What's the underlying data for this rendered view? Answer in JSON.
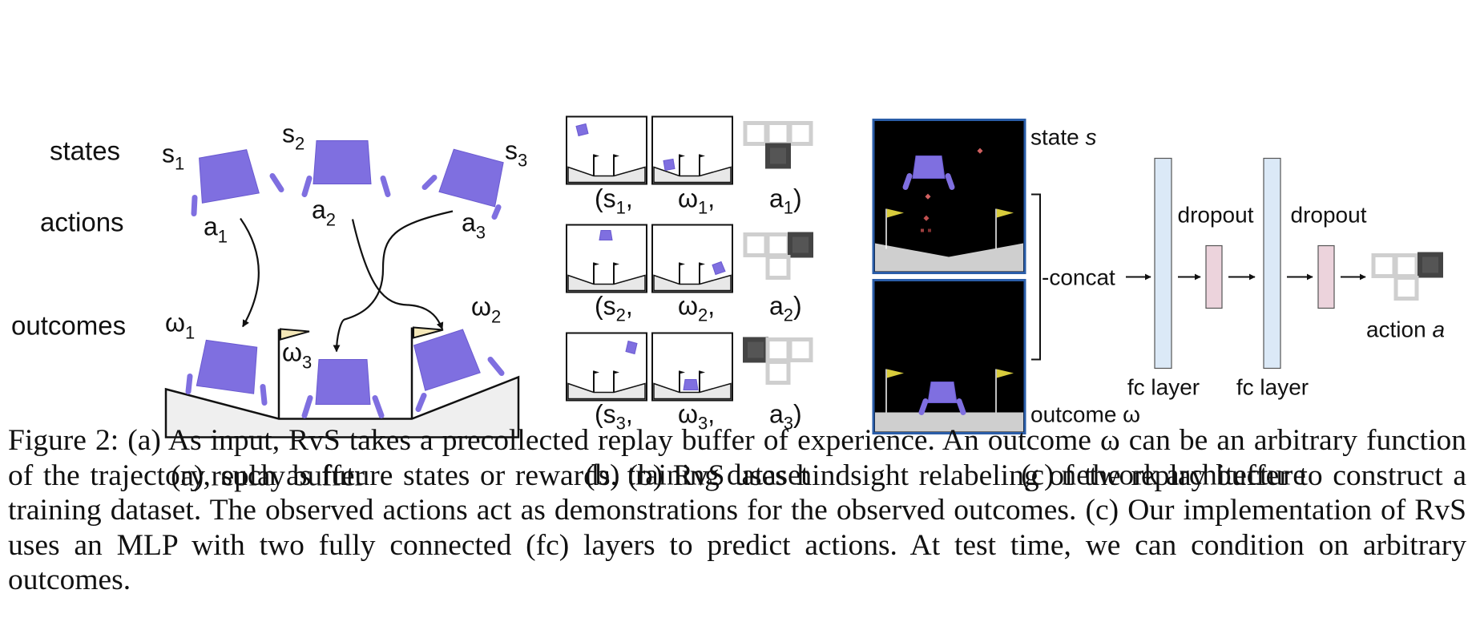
{
  "panel_a": {
    "row_labels": {
      "states": "states",
      "actions": "actions",
      "outcomes": "outcomes"
    },
    "state_labels": [
      {
        "base": "s",
        "sub": "1"
      },
      {
        "base": "s",
        "sub": "2"
      },
      {
        "base": "s",
        "sub": "3"
      }
    ],
    "action_labels": [
      {
        "base": "a",
        "sub": "1"
      },
      {
        "base": "a",
        "sub": "2"
      },
      {
        "base": "a",
        "sub": "3"
      }
    ],
    "outcome_labels": [
      {
        "base": "ω",
        "sub": "1"
      },
      {
        "base": "ω",
        "sub": "3"
      },
      {
        "base": "ω",
        "sub": "2"
      }
    ],
    "caption": "(a) replay buffer"
  },
  "panel_b": {
    "rows": [
      {
        "s": {
          "base": "(s",
          "sub": "1",
          "tail": ","
        },
        "w": {
          "base": "ω",
          "sub": "1",
          "tail": ","
        },
        "a": {
          "base": "a",
          "sub": "1",
          "tail": ")"
        },
        "active_cell": "bottom"
      },
      {
        "s": {
          "base": "(s",
          "sub": "2",
          "tail": ","
        },
        "w": {
          "base": "ω",
          "sub": "2",
          "tail": ","
        },
        "a": {
          "base": "a",
          "sub": "2",
          "tail": ")"
        },
        "active_cell": "right"
      },
      {
        "s": {
          "base": "(s",
          "sub": "3",
          "tail": ","
        },
        "w": {
          "base": "ω",
          "sub": "3",
          "tail": ","
        },
        "a": {
          "base": "a",
          "sub": "3",
          "tail": ")"
        },
        "active_cell": "left"
      }
    ],
    "caption": "(b) training dataset"
  },
  "panel_c": {
    "state_label": {
      "text": "state ",
      "var": "s"
    },
    "outcome_label": {
      "text": "outcome ω"
    },
    "concat": "-concat",
    "fc_label_1": "fc layer",
    "fc_label_2": "fc layer",
    "dropout_1": "dropout",
    "dropout_2": "dropout",
    "action_label": {
      "text": "action ",
      "var": "a"
    },
    "caption": "(c) network architecture"
  },
  "caption": {
    "text": "Figure 2: (a) As input, RvS takes a precollected replay buffer of experience. An outcome ω can be an arbitrary function of the trajectory, such as future states or rewards. (b) RvS uses hindsight relabeling of the replay buffer to construct a training dataset. The observed actions act as demonstrations for the observed outcomes. (c) Our implementation of RvS uses an MLP with two fully connected (fc) layers to predict actions. At test time, we can condition on arbitrary outcomes."
  },
  "colors": {
    "lander": "#7f6fe0",
    "flag": "#f5e8b8",
    "screen_flag": "#d8cc3c",
    "fc_layer": "#dbe9f7",
    "dropout": "#ecd3dc",
    "screen_border": "#2a5da8",
    "grid_active": "#555555",
    "grid_inactive": "#cfcfcf"
  }
}
